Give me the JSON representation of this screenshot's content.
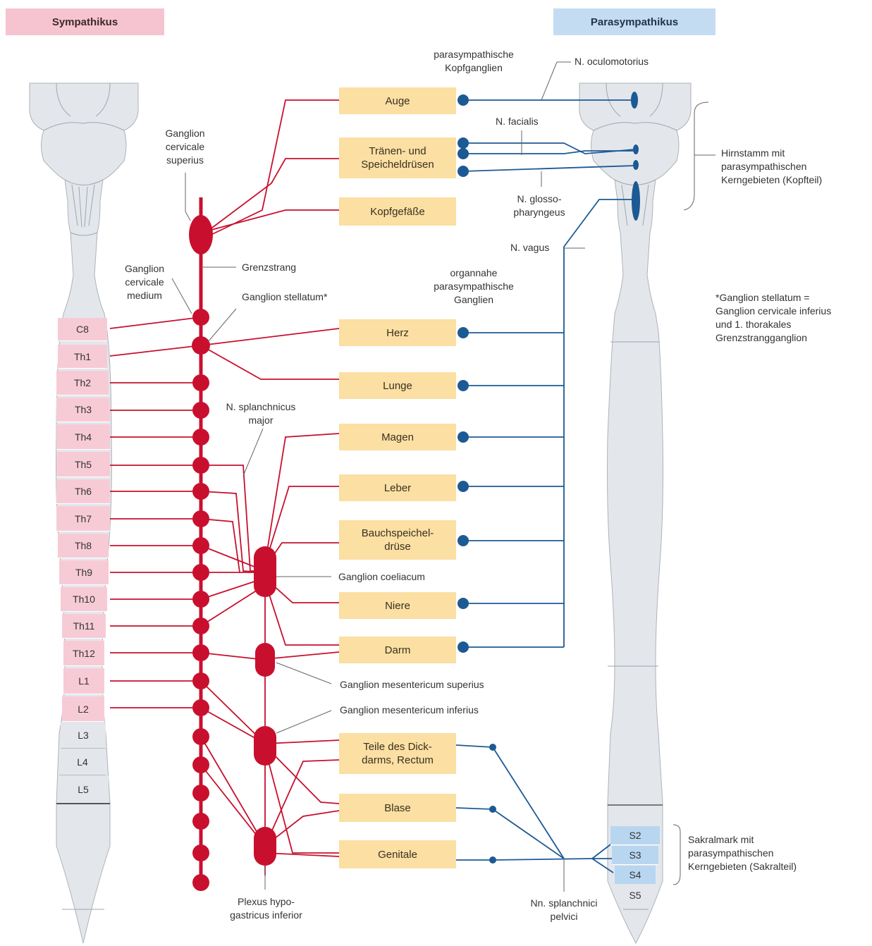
{
  "header": {
    "sympathetic": "Sympathikus",
    "parasympathetic": "Parasympathikus"
  },
  "organs": {
    "auge": "Auge",
    "traenen": "Tränen- und\nSpeicheldrüsen",
    "kopfgefaesse": "Kopfgefäße",
    "herz": "Herz",
    "lunge": "Lunge",
    "magen": "Magen",
    "leber": "Leber",
    "bauchspeichel": "Bauchspeichel-\ndrüse",
    "niere": "Niere",
    "darm": "Darm",
    "dickdarm": "Teile des Dick-\ndarms, Rectum",
    "blase": "Blase",
    "genitale": "Genitale"
  },
  "segments_left": [
    "C8",
    "Th1",
    "Th2",
    "Th3",
    "Th4",
    "Th5",
    "Th6",
    "Th7",
    "Th8",
    "Th9",
    "Th10",
    "Th11",
    "Th12",
    "L1",
    "L2",
    "L3",
    "L4",
    "L5"
  ],
  "segments_right": [
    "S2",
    "S3",
    "S4",
    "S5"
  ],
  "labels": {
    "ganglion_cervicale_superius": "Ganglion\ncervicale\nsuperius",
    "ganglion_cervicale_medium": "Ganglion\ncervicale\nmedium",
    "grenzstrang": "Grenzstrang",
    "ganglion_stellatum": "Ganglion stellatum*",
    "splanchnicus_major": "N. splanchnicus\nmajor",
    "ganglion_coeliacum": "Ganglion coeliacum",
    "mesentericum_superius": "Ganglion mesentericum superius",
    "mesentericum_inferius": "Ganglion mesentericum inferius",
    "plexus_hypogastricus": "Plexus hypo-\ngastricus inferior",
    "kopfganglien": "parasympathische\nKopfganglien",
    "oculomotorius": "N. oculomotorius",
    "facialis": "N. facialis",
    "glossopharyngeus": "N. glosso-\npharyngeus",
    "vagus": "N. vagus",
    "organnahe": "organnahe\nparasympathische\nGanglien",
    "hirnstamm": "Hirnstamm mit\nparasympathischen\nKerngebieten (Kopfteil)",
    "stellatum_note": "*Ganglion stellatum =\nGanglion cervicale inferius\nund 1. thorakales\nGrenzstrangganglion",
    "sakralmark": "Sakralmark mit\nparasympathischen\nKerngebieten (Sakralteil)",
    "splanchnici_pelvici": "Nn. splanchnici\npelvici"
  },
  "colors": {
    "sympathetic": "#c8102e",
    "parasympathetic": "#1d5a94",
    "organ_box": "#fbdfa3",
    "segment_pink": "#f7cbd6",
    "segment_blue": "#b9d6f0",
    "cord_gray": "#e3e7ec"
  }
}
